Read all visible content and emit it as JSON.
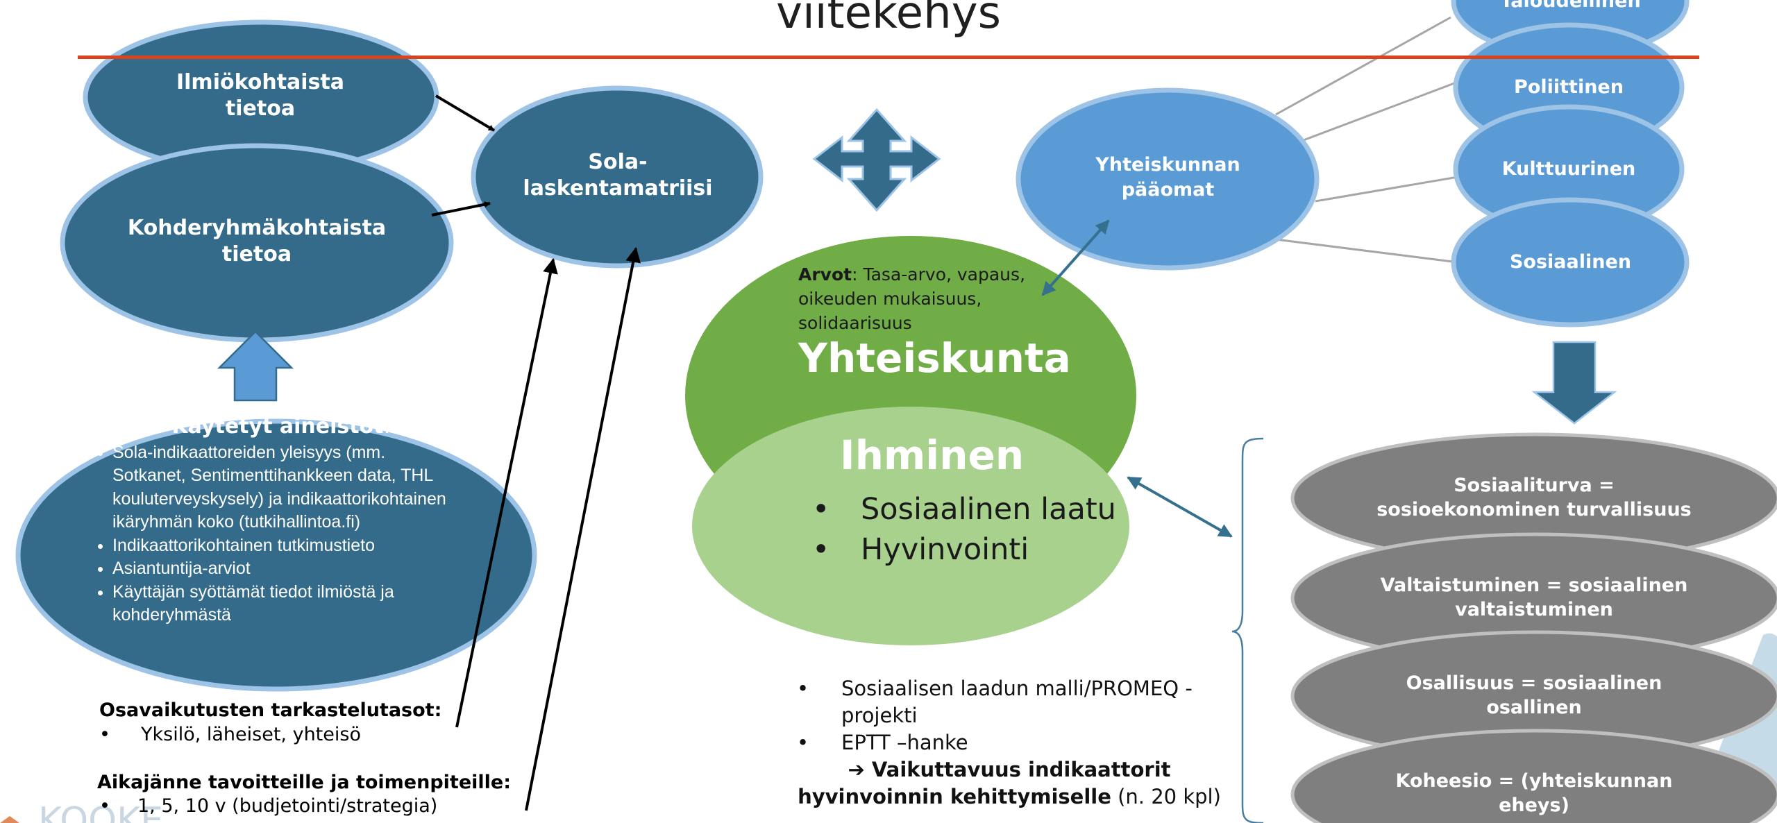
{
  "title": "viitekehys",
  "nodes": {
    "ilmio": "Ilmiökohtaista tietoa",
    "kohderyhma": "Kohderyhmäkohtaista tietoa",
    "sola": "Sola-laskentamatriisi",
    "yhteiskunnan_paaomat": "Yhteiskunnan pääomat",
    "taloudellinen": "Taloudellinen",
    "poliittinen": "Poliittinen",
    "kulttuurinen": "Kulttuurinen",
    "sosiaalinen": "Sosiaalinen"
  },
  "sources": {
    "title": "Käytetyt aineistot",
    "title_suffix": ":",
    "items": [
      "Sola-indikaattoreiden yleisyys (mm. Sotkanet, Sentimenttihankkeen data, THL kouluterveyskysely) ja indikaattorikohtainen ikäryhmän koko (tutkihallintoa.fi)",
      "Indikaattorikohtainen tutkimustieto",
      "Asiantuntija-arviot",
      "Käyttäjän syöttämät tiedot ilmiöstä ja kohderyhmästä"
    ]
  },
  "society": {
    "values_label": "Arvot",
    "values_text": ": Tasa-arvo, vapaus, oikeuden mukaisuus, solidaarisuus",
    "title": "Yhteiskunta"
  },
  "person": {
    "title": "Ihminen",
    "items": [
      "Sosiaalinen laatu",
      "Hyvinvointi"
    ]
  },
  "outcomes": [
    "Sosiaaliturva = sosioekonominen turvallisuus",
    "Valtaistuminen = sosiaalinen valtaistuminen",
    "Osallisuus = sosiaalinen osallinen",
    "Koheesio = (yhteiskunnan eheys)"
  ],
  "levels": {
    "title": "Osavaikutusten tarkastelutasot:",
    "items": [
      "Yksilö, läheiset, yhteisö"
    ]
  },
  "timeframe": {
    "title": "Aikajänne tavoitteille ja toimenpiteille:",
    "items": [
      "1, 5, 10 v (budjetointi/strategia)"
    ]
  },
  "model_notes": {
    "items": [
      "Sosiaalisen laadun malli/PROMEQ -projekti",
      "EPTT –hanke"
    ],
    "impact_arrow": "➔",
    "impact_bold": "Vaikuttavuus indikaattorit hyvinvoinnin kehittymiselle",
    "impact_tail": " (n. 20 kpl)"
  },
  "colors": {
    "dark_blue": "#346b8a",
    "light_blue": "#5b9bd5",
    "ellipse_border": "#9dc3e6",
    "green": "#70ad47",
    "light_green": "#a9d18e",
    "gray": "#7f7f7f",
    "red_rule": "#d9441f"
  }
}
